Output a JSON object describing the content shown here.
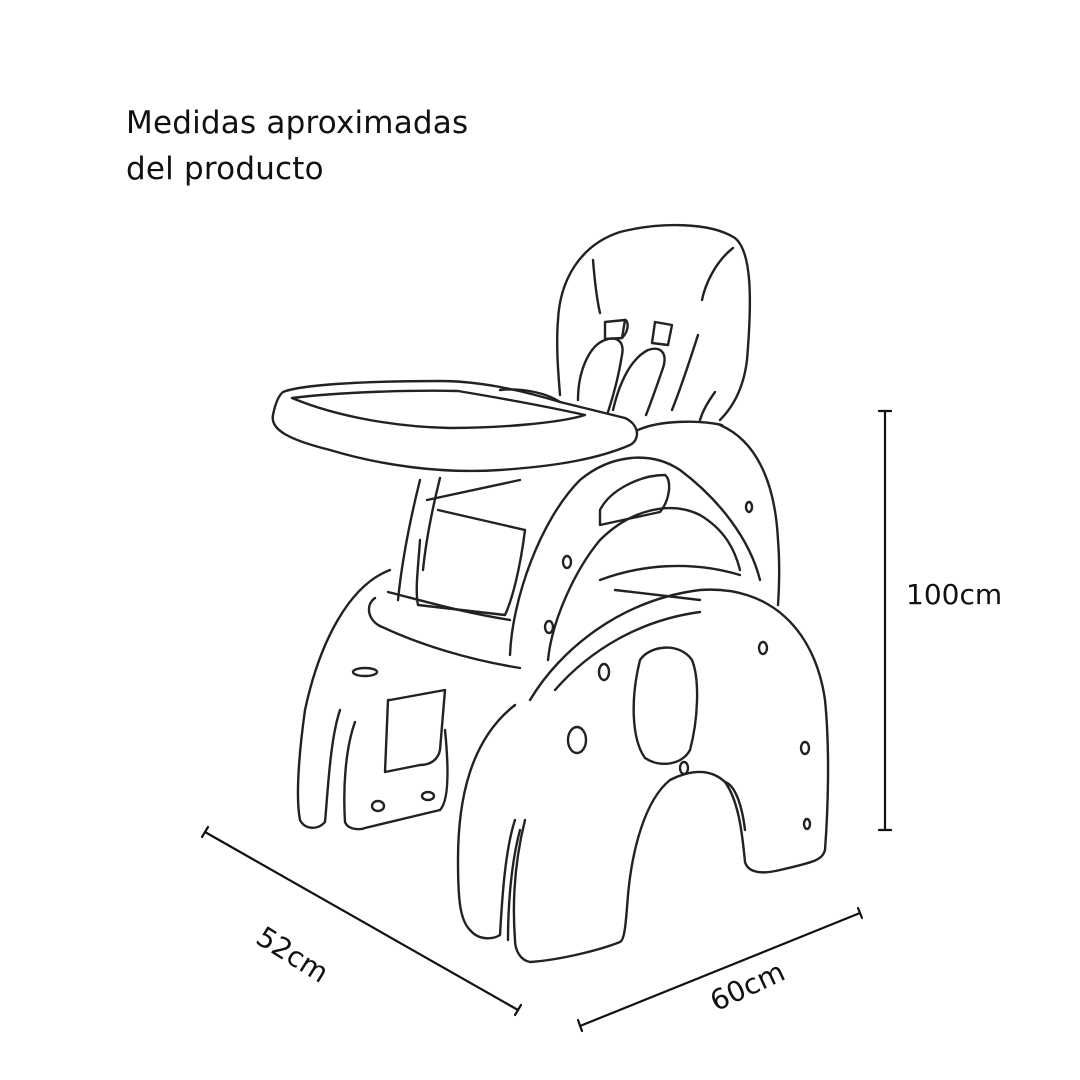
{
  "title": {
    "line1": "Medidas aproximadas",
    "line2": "del producto"
  },
  "dimensions": {
    "height": "100cm",
    "depth": "52cm",
    "width": "60cm"
  },
  "illustration": "high-chair-line-drawing",
  "colors": {
    "background": "#ffffff",
    "stroke": "#222222",
    "text": "#111111"
  }
}
